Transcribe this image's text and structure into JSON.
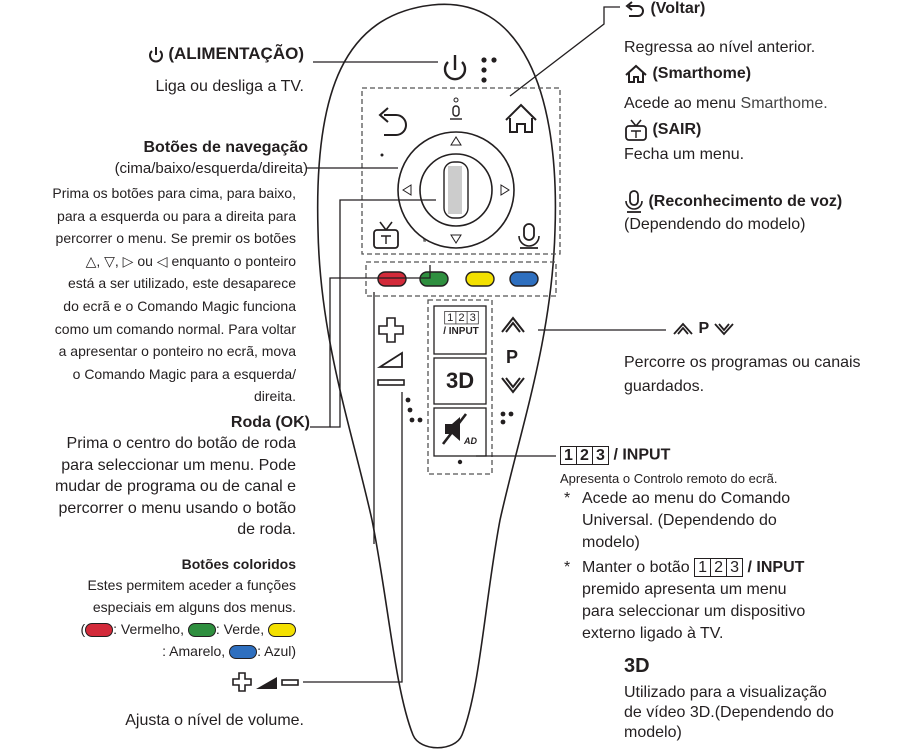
{
  "colors": {
    "red": "#d32a3a",
    "green": "#2f8f3f",
    "yellow": "#f3e000",
    "blue": "#2e6fbf"
  },
  "left": {
    "power": {
      "icon": "power-icon",
      "title": "(ALIMENTAÇÃO)",
      "desc": "Liga ou desliga a TV."
    },
    "nav": {
      "title": "Botões de navegação",
      "subtitle": "(cima/baixo/esquerda/direita)",
      "lines": [
        "Prima os botões para cima, para baixo,",
        "para a esquerda ou para a direita para",
        "percorrer o menu.  Se premir os botões",
        "△, ▽, ▷ ou ◁ enquanto o ponteiro",
        "está a ser utilizado, este desaparece",
        "do ecrã e o Comando Magic funciona",
        "como um comando normal. Para voltar",
        "a apresentar o ponteiro no ecrã, mova",
        "o Comando Magic para a esquerda/",
        "direita."
      ]
    },
    "wheel": {
      "title": "Roda (OK)",
      "lines": [
        "Prima o centro do botão de roda",
        "para seleccionar um menu. Pode",
        "mudar de programa ou de canal e",
        "percorrer o menu usando o botão",
        "de roda."
      ]
    },
    "colored": {
      "title": "Botões coloridos",
      "lines": [
        "Estes permitem aceder a funções",
        "especiais em alguns dos menus."
      ],
      "paren_open": "(",
      "red": ": Vermelho, ",
      "green": ": Verde, ",
      "yellow_label": ": Amarelo, ",
      "blue": ": Azul)"
    },
    "volume": {
      "desc": "Ajusta o nível de volume."
    }
  },
  "right": {
    "back": {
      "title": "(Voltar)",
      "desc": "Regressa ao nível anterior."
    },
    "home": {
      "title": "(Smarthome)",
      "desc_prefix": "Acede ao menu ",
      "desc_app": "Smarthome."
    },
    "exit": {
      "title": "(SAIR)",
      "desc": "Fecha um menu."
    },
    "voice": {
      "title": "(Reconhecimento de voz)",
      "desc": "(Dependendo do modelo)"
    },
    "prog": {
      "p": "P",
      "lines": [
        "Percorre os programas ou canais",
        "guardados."
      ]
    },
    "input": {
      "digits": [
        "1",
        "2",
        "3"
      ],
      "title": "/ INPUT",
      "sub": "Apresenta o Controlo remoto do ecrã.",
      "star": "*",
      "b1": [
        "Acede ao menu do Comando",
        "Universal. (Dependendo do",
        "modelo)"
      ],
      "b2_prefix": "Manter o botão",
      "b2_suffix": "/ INPUT",
      "b2_rest": [
        "premido apresenta um menu",
        "para seleccionar um dispositivo",
        "externo ligado à TV."
      ]
    },
    "threed": {
      "label": "3D",
      "lines": [
        "Utilizado para a visualização",
        "de vídeo 3D.(Dependendo do",
        "modelo)"
      ]
    }
  },
  "remote": {
    "input_top": "123",
    "input_bottom": "/ INPUT",
    "threed": "3D",
    "p": "P",
    "ad": "AD"
  }
}
